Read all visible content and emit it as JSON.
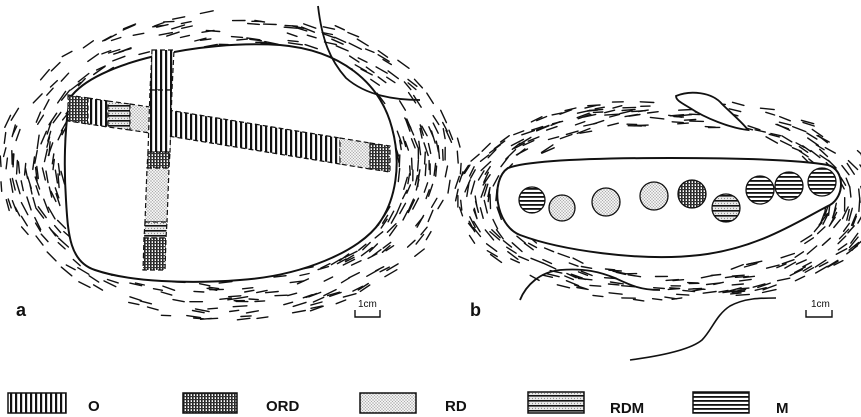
{
  "panels": [
    {
      "id": "a",
      "label": "a",
      "scale_label": "1cm"
    },
    {
      "id": "b",
      "label": "b",
      "scale_label": "1cm"
    }
  ],
  "legend": [
    {
      "code": "O",
      "pattern": "vertical-lines"
    },
    {
      "code": "ORD",
      "pattern": "dense-grid"
    },
    {
      "code": "RD",
      "pattern": "fine-stipple"
    },
    {
      "code": "RDM",
      "pattern": "stippled-horizontal-lines"
    },
    {
      "code": "M",
      "pattern": "horizontal-lines"
    }
  ],
  "colors": {
    "ink": "#111111",
    "background": "#ffffff"
  }
}
